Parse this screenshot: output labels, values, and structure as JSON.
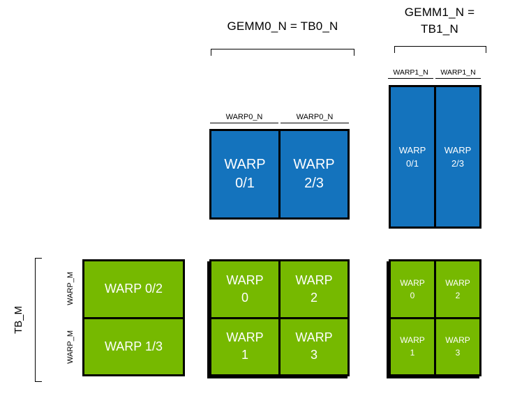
{
  "colors": {
    "blue_fill": "#1473bd",
    "green_fill": "#76b900",
    "cell_text": "#ffffff",
    "line": "#000000",
    "background": "#ffffff"
  },
  "headers": {
    "gemm0": "GEMM0_N = TB0_N",
    "gemm1_line1": "GEMM1_N =",
    "gemm1_line2": "TB1_N"
  },
  "axis_labels": {
    "tb_m": "TB_M",
    "warp_m_row0": "WARP_M",
    "warp_m_row1": "WARP_M",
    "warp0_n_col0": "WARP0_N",
    "warp0_n_col1": "WARP0_N",
    "warp1_n_col0": "WARP1_N",
    "warp1_n_col1": "WARP1_N"
  },
  "gemm0_b_tile": {
    "cells": [
      {
        "line1": "WARP",
        "line2": "0/1"
      },
      {
        "line1": "WARP",
        "line2": "2/3"
      }
    ]
  },
  "gemm1_b_tile": {
    "cells": [
      {
        "line1": "WARP",
        "line2": "0/1"
      },
      {
        "line1": "WARP",
        "line2": "2/3"
      }
    ]
  },
  "a_tile": {
    "rows": [
      {
        "label": "WARP 0/2"
      },
      {
        "label": "WARP 1/3"
      }
    ]
  },
  "gemm0_c_tile": {
    "cells": [
      {
        "line1": "WARP",
        "line2": "0"
      },
      {
        "line1": "WARP",
        "line2": "2"
      },
      {
        "line1": "WARP",
        "line2": "1"
      },
      {
        "line1": "WARP",
        "line2": "3"
      }
    ]
  },
  "gemm1_c_tile": {
    "cells": [
      {
        "line1": "WARP",
        "line2": "0"
      },
      {
        "line1": "WARP",
        "line2": "2"
      },
      {
        "line1": "WARP",
        "line2": "1"
      },
      {
        "line1": "WARP",
        "line2": "3"
      }
    ]
  }
}
